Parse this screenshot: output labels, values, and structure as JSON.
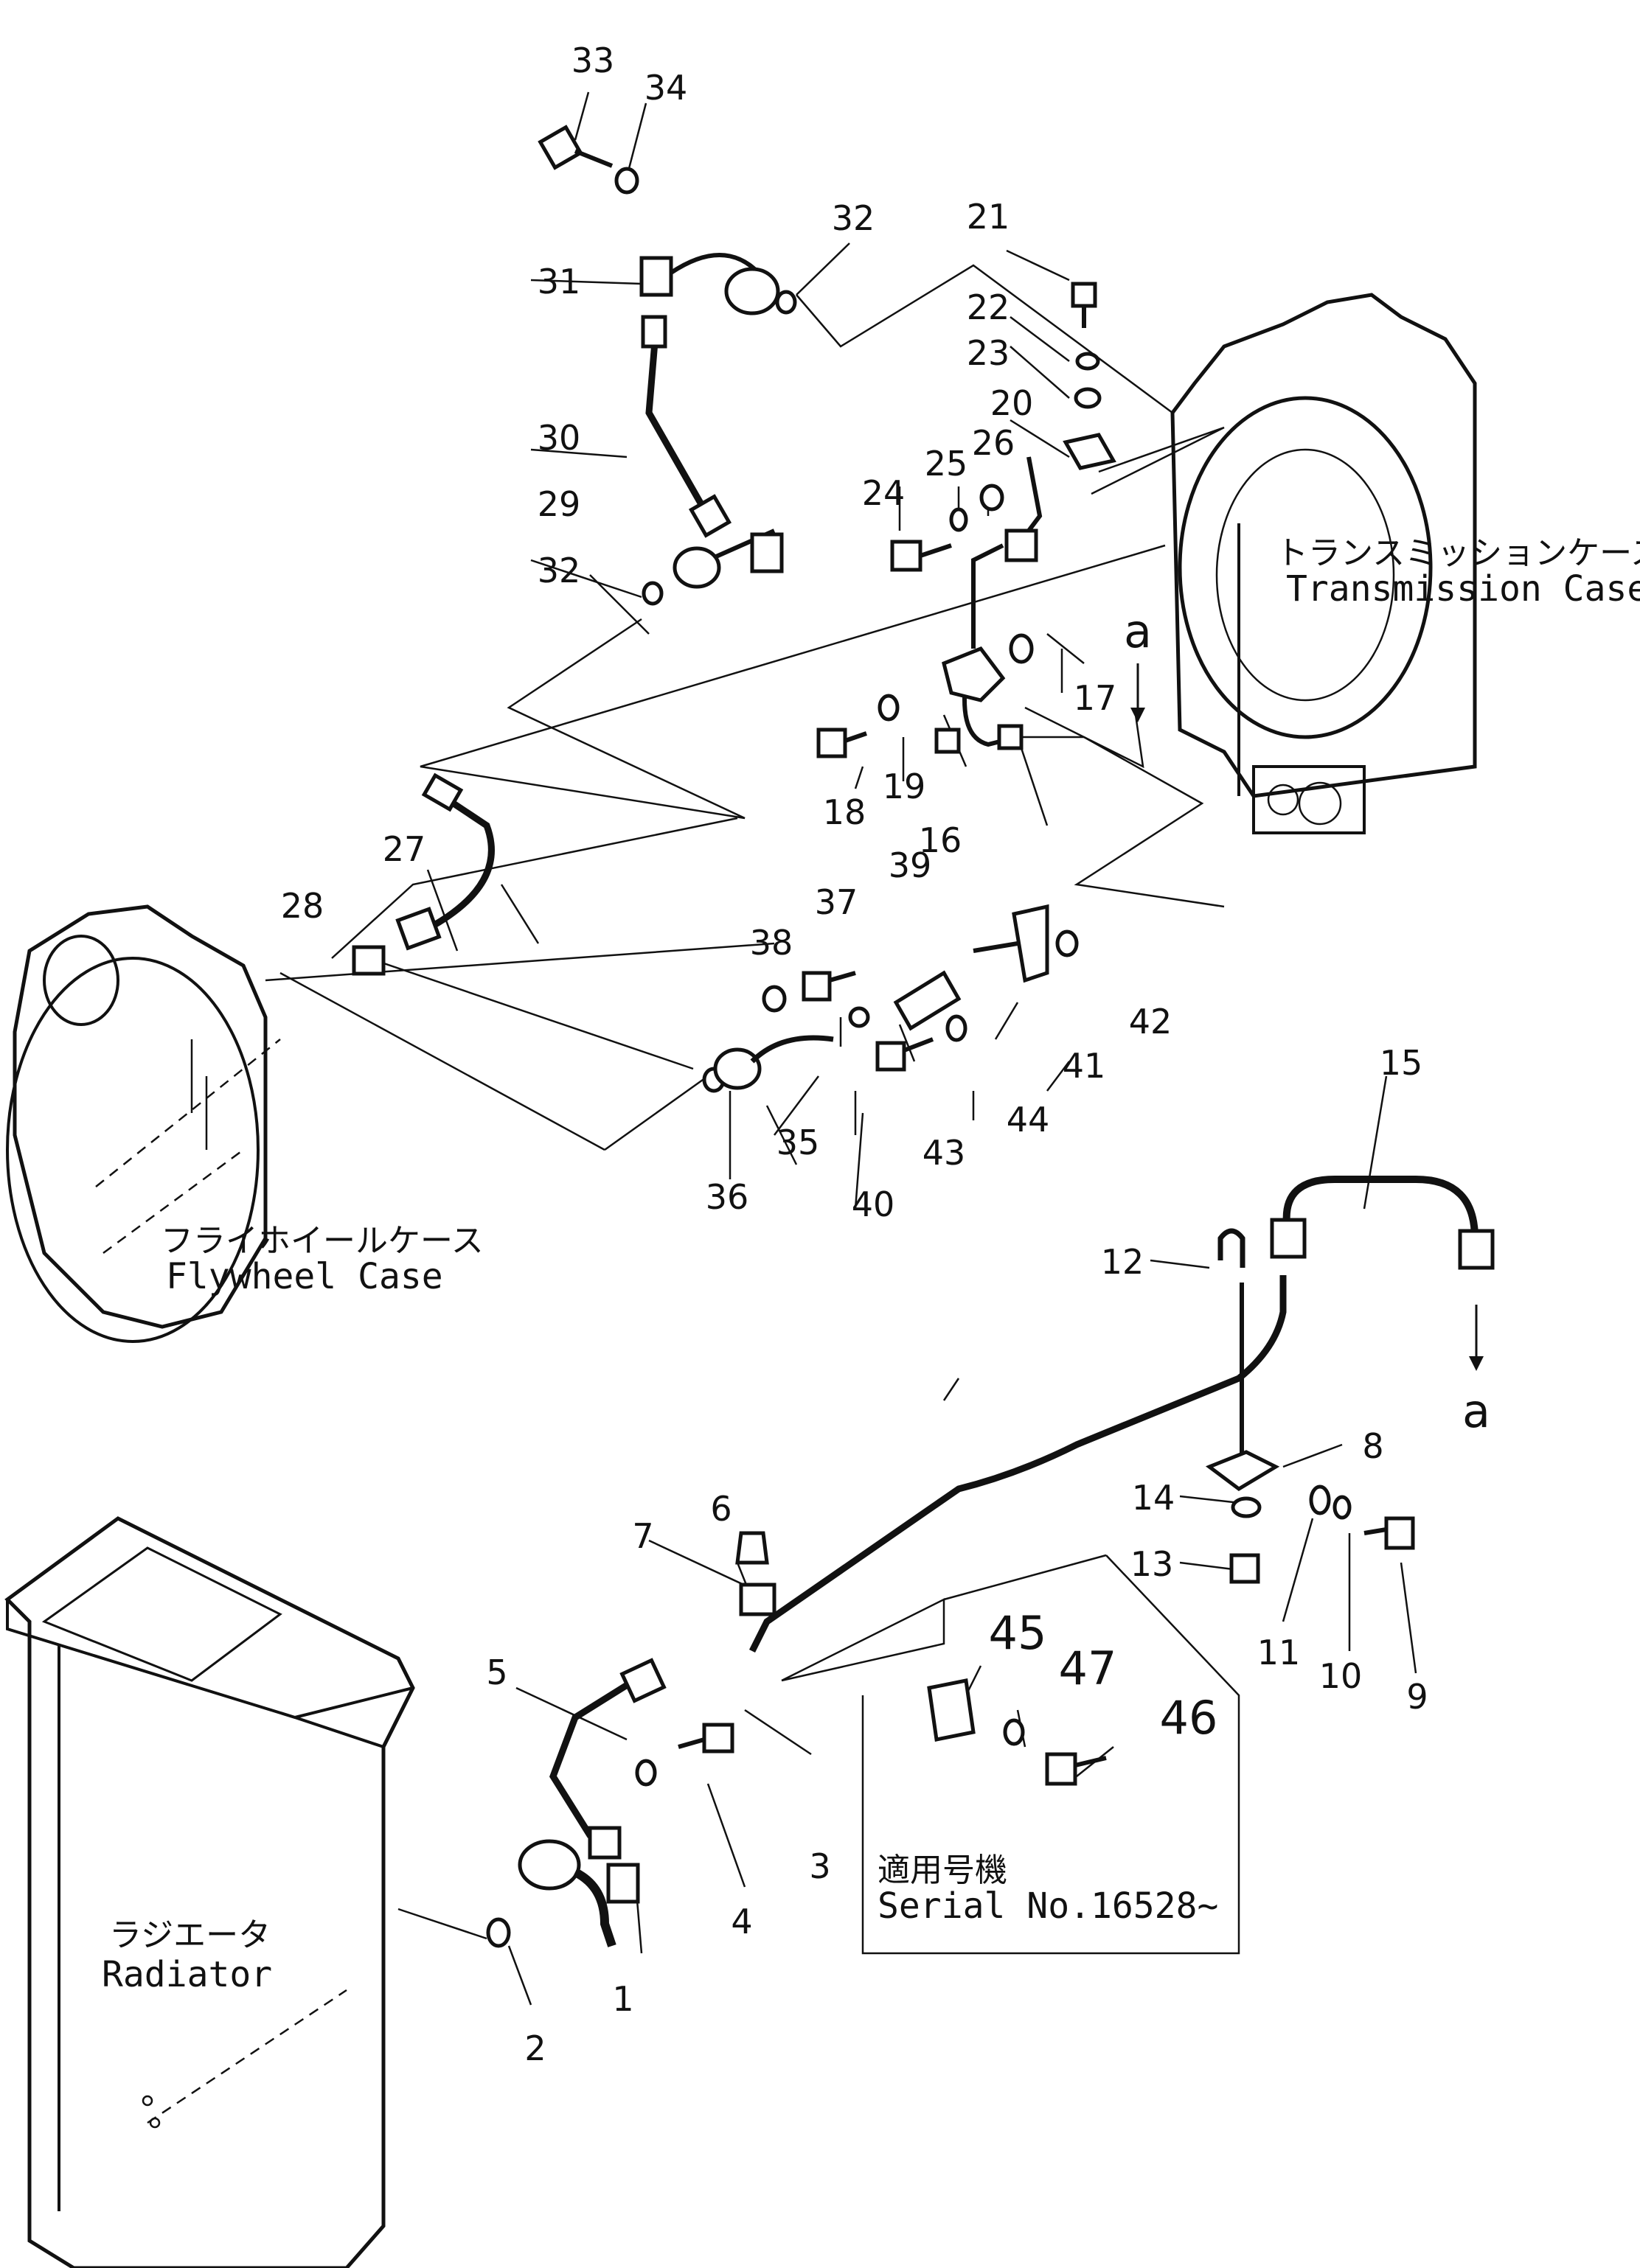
{
  "parts": [
    {
      "num": "1"
    },
    {
      "num": "2"
    },
    {
      "num": "3"
    },
    {
      "num": "4"
    },
    {
      "num": "5"
    },
    {
      "num": "6"
    },
    {
      "num": "7"
    },
    {
      "num": "8"
    },
    {
      "num": "9"
    },
    {
      "num": "10"
    },
    {
      "num": "11"
    },
    {
      "num": "12"
    },
    {
      "num": "13"
    },
    {
      "num": "14"
    },
    {
      "num": "15"
    },
    {
      "num": "16"
    },
    {
      "num": "17"
    },
    {
      "num": "18"
    },
    {
      "num": "19"
    },
    {
      "num": "20"
    },
    {
      "num": "21"
    },
    {
      "num": "22"
    },
    {
      "num": "23"
    },
    {
      "num": "24"
    },
    {
      "num": "25"
    },
    {
      "num": "26"
    },
    {
      "num": "27"
    },
    {
      "num": "28"
    },
    {
      "num": "29"
    },
    {
      "num": "30"
    },
    {
      "num": "31"
    },
    {
      "num": "32"
    },
    {
      "num": "32"
    },
    {
      "num": "33"
    },
    {
      "num": "34"
    },
    {
      "num": "35"
    },
    {
      "num": "36"
    },
    {
      "num": "37"
    },
    {
      "num": "38"
    },
    {
      "num": "39"
    },
    {
      "num": "40"
    },
    {
      "num": "41"
    },
    {
      "num": "42"
    },
    {
      "num": "43"
    },
    {
      "num": "44"
    },
    {
      "num": "45"
    },
    {
      "num": "46"
    },
    {
      "num": "47"
    }
  ],
  "connectors": {
    "a_upper": "a",
    "a_lower": "a"
  },
  "labels": {
    "transmission_jp": "トランスミッションケース",
    "transmission_en": "Transmission Case",
    "flywheel_jp": "フライホイールケース",
    "flywheel_en": "Flywheel Case",
    "radiator_jp": "ラジエータ",
    "radiator_en": "Radiator",
    "serial_jp": "適用号機",
    "serial_en": "Serial No.16528~"
  }
}
